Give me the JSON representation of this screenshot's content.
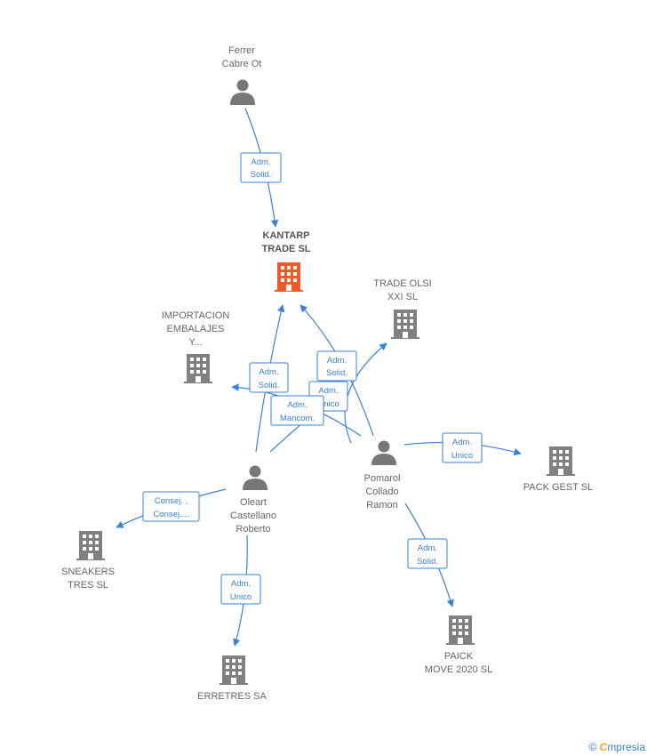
{
  "colors": {
    "edge": "#3b82d6",
    "person": "#777777",
    "company": "#808080",
    "highlight": "#f05a28"
  },
  "nodes": [
    {
      "id": "ferrer",
      "type": "person",
      "lines": [
        "Ferrer",
        "Cabre Ot"
      ]
    },
    {
      "id": "kantarp",
      "type": "company-main",
      "lines": [
        "KANTARP",
        "TRADE  SL"
      ]
    },
    {
      "id": "tradeolsi",
      "type": "company",
      "lines": [
        "TRADE OLSI",
        "XXI  SL"
      ]
    },
    {
      "id": "importacion",
      "type": "company",
      "lines": [
        "IMPORTACION",
        "EMBALAJES",
        "Y..."
      ]
    },
    {
      "id": "oleart",
      "type": "person",
      "lines": [
        "Oleart",
        "Castellano",
        "Roberto"
      ]
    },
    {
      "id": "pomarol",
      "type": "person",
      "lines": [
        "Pomarol",
        "Collado",
        "Ramon"
      ]
    },
    {
      "id": "packgest",
      "type": "company",
      "lines": [
        "PACK GEST  SL"
      ]
    },
    {
      "id": "sneakers",
      "type": "company",
      "lines": [
        "SNEAKERS",
        "TRES SL"
      ]
    },
    {
      "id": "erretres",
      "type": "company",
      "lines": [
        "ERRETRES SA"
      ]
    },
    {
      "id": "paick",
      "type": "company",
      "lines": [
        "PAICK",
        "MOVE 2020  SL"
      ]
    }
  ],
  "relations": [
    {
      "id": "r1",
      "lines": [
        "Adm.",
        "Solid."
      ]
    },
    {
      "id": "r2",
      "lines": [
        "Adm.",
        "Solid."
      ]
    },
    {
      "id": "r3",
      "lines": [
        "Adm.",
        "Solid."
      ]
    },
    {
      "id": "r4",
      "lines": [
        "Adm.",
        "Unico"
      ]
    },
    {
      "id": "r5",
      "lines": [
        "Adm.",
        "Mancom."
      ]
    },
    {
      "id": "r6",
      "lines": [
        "Adm.",
        "Unico"
      ]
    },
    {
      "id": "r7",
      "lines": [
        "Consej. ,",
        "Consej...."
      ]
    },
    {
      "id": "r8",
      "lines": [
        "Adm.",
        "Unico"
      ]
    },
    {
      "id": "r9",
      "lines": [
        "Adm.",
        "Solid."
      ]
    }
  ],
  "footer": {
    "copyright": "©",
    "brand_initial": "C",
    "brand_rest": "mpresia"
  }
}
